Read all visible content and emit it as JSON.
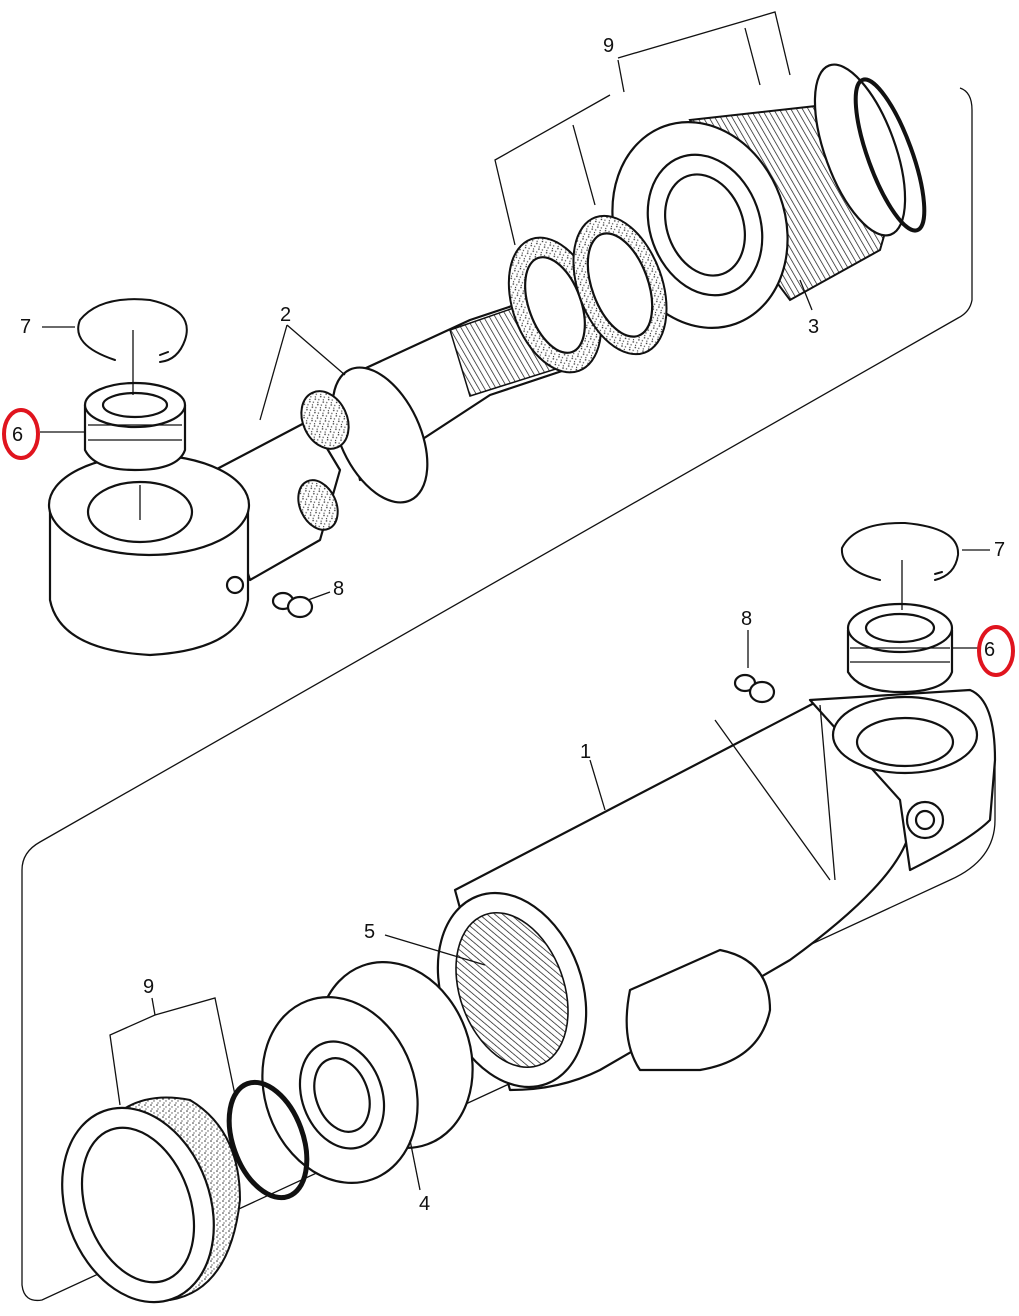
{
  "diagram": {
    "callouts": {
      "c1": "1",
      "c2": "2",
      "c3": "3",
      "c4": "4",
      "c5": "5",
      "c6_left": "6",
      "c6_right": "6",
      "c7_left": "7",
      "c7_right": "7",
      "c8_left": "8",
      "c8_right": "8",
      "c9_top": "9",
      "c9_bottom": "9"
    },
    "highlighted_callouts": [
      "6"
    ],
    "colors": {
      "line": "#111111",
      "highlight": "#e0141e",
      "background": "#ffffff"
    }
  }
}
